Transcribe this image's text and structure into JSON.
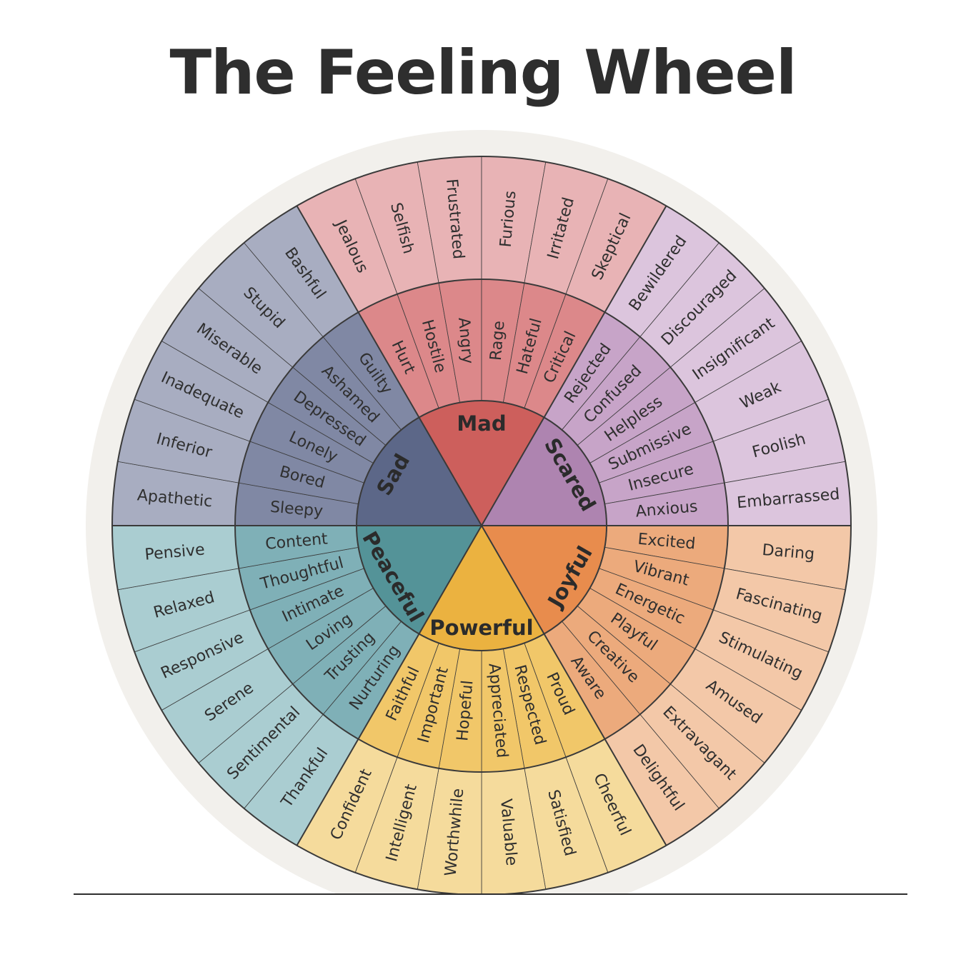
{
  "title": "The Feeling Wheel",
  "colors": {
    "outer_ring": "#f2f0ec",
    "divider": "#3a3a3a",
    "text": "#2e2e2e"
  },
  "categories": [
    {
      "name": "Mad",
      "start": -30,
      "end": 30,
      "colors": [
        "#cd5f5c",
        "#dc888a",
        "#e8b3b5"
      ],
      "middle": [
        "Hurt",
        "Hostile",
        "Angry",
        "Rage",
        "Hateful",
        "Critical"
      ],
      "outer": [
        "Jealous",
        "Selfish",
        "Frustrated",
        "Furious",
        "Irritated",
        "Skeptical"
      ]
    },
    {
      "name": "Scared",
      "start": 30,
      "end": 90,
      "colors": [
        "#ae84b0",
        "#c7a4c8",
        "#dcc5dd"
      ],
      "middle": [
        "Rejected",
        "Confused",
        "Helpless",
        "Submissive",
        "Insecure",
        "Anxious"
      ],
      "outer": [
        "Bewildered",
        "Discouraged",
        "Insignificant",
        "Weak",
        "Foolish",
        "Embarrassed"
      ]
    },
    {
      "name": "Joyful",
      "start": 90,
      "end": 150,
      "colors": [
        "#e88c4d",
        "#ecaa7c",
        "#f3c8a8"
      ],
      "middle": [
        "Excited",
        "Vibrant",
        "Energetic",
        "Playful",
        "Creative",
        "Aware"
      ],
      "outer": [
        "Daring",
        "Fascinating",
        "Stimulating",
        "Amused",
        "Extravagant",
        "Delightful"
      ]
    },
    {
      "name": "Powerful",
      "start": 150,
      "end": 210,
      "colors": [
        "#ebb240",
        "#f1c769",
        "#f5db9c"
      ],
      "middle": [
        "Proud",
        "Respected",
        "Appreciated",
        "Hopeful",
        "Important",
        "Faithful"
      ],
      "outer": [
        "Cheerful",
        "Satisfied",
        "Valuable",
        "Worthwhile",
        "Intelligent",
        "Confident"
      ]
    },
    {
      "name": "Peaceful",
      "start": 210,
      "end": 270,
      "colors": [
        "#549398",
        "#7fb0b7",
        "#aacdd1"
      ],
      "middle": [
        "Nurturing",
        "Trusting",
        "Loving",
        "Intimate",
        "Thoughtful",
        "Content"
      ],
      "outer": [
        "Thankful",
        "Sentimental",
        "Serene",
        "Responsive",
        "Relaxed",
        "Pensive"
      ]
    },
    {
      "name": "Sad",
      "start": 270,
      "end": 330,
      "colors": [
        "#5c6788",
        "#8088a4",
        "#a8adc1"
      ],
      "middle": [
        "Sleepy",
        "Bored",
        "Lonely",
        "Depressed",
        "Ashamed",
        "Guilty"
      ],
      "outer": [
        "Apathetic",
        "Inferior",
        "Inadequate",
        "Miserable",
        "Stupid",
        "Bashful"
      ]
    }
  ]
}
